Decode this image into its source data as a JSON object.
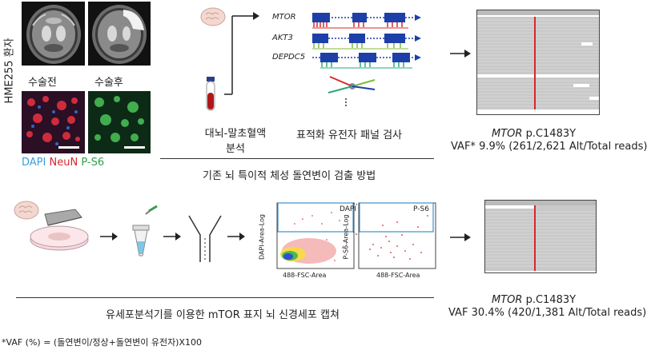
{
  "patient_label": "HME255 환자",
  "mri": {
    "before_label": "수술전",
    "after_label": "수술후"
  },
  "stain": {
    "dapi": "DAPI",
    "neun": "NeuN",
    "ps6": "P-S6",
    "colors": {
      "dapi": "#3aa0d8",
      "neun": "#d9262c",
      "ps6": "#2da14a"
    }
  },
  "top_flow": {
    "blood_label_line1": "대뇌-말초혈액",
    "blood_label_line2": "분석",
    "panel_label": "표적화 유전자 패널 검사",
    "genes": [
      "MTOR",
      "AKT3",
      "DEPDC5"
    ],
    "method_label": "기존 뇌 특이적 체성 돌연변이 검출 방법"
  },
  "top_result": {
    "gene": "MTOR",
    "variant": " p.C1483Y",
    "vaf_line": "VAF* 9.9% (261/2,621 Alt/Total reads)"
  },
  "bottom_flow": {
    "facs_left_title": "DAPI",
    "facs_right_title": "P-S6",
    "facs_left_ylabel": "DAPI-Area-Log",
    "facs_right_ylabel": "P-S6-Area-Log",
    "facs_xlabel": "488-FSC-Area",
    "method_label": "유세포분석기를 이용한 mTOR 표지 뇌 신경세포 캡쳐"
  },
  "bottom_result": {
    "gene": "MTOR",
    "variant": " p.C1483Y",
    "vaf_line": "VAF 30.4% (420/1,381 Alt/Total reads)"
  },
  "footnote": "*VAF (%) = (돌연변이/정상+돌연변이 유전자)X100"
}
